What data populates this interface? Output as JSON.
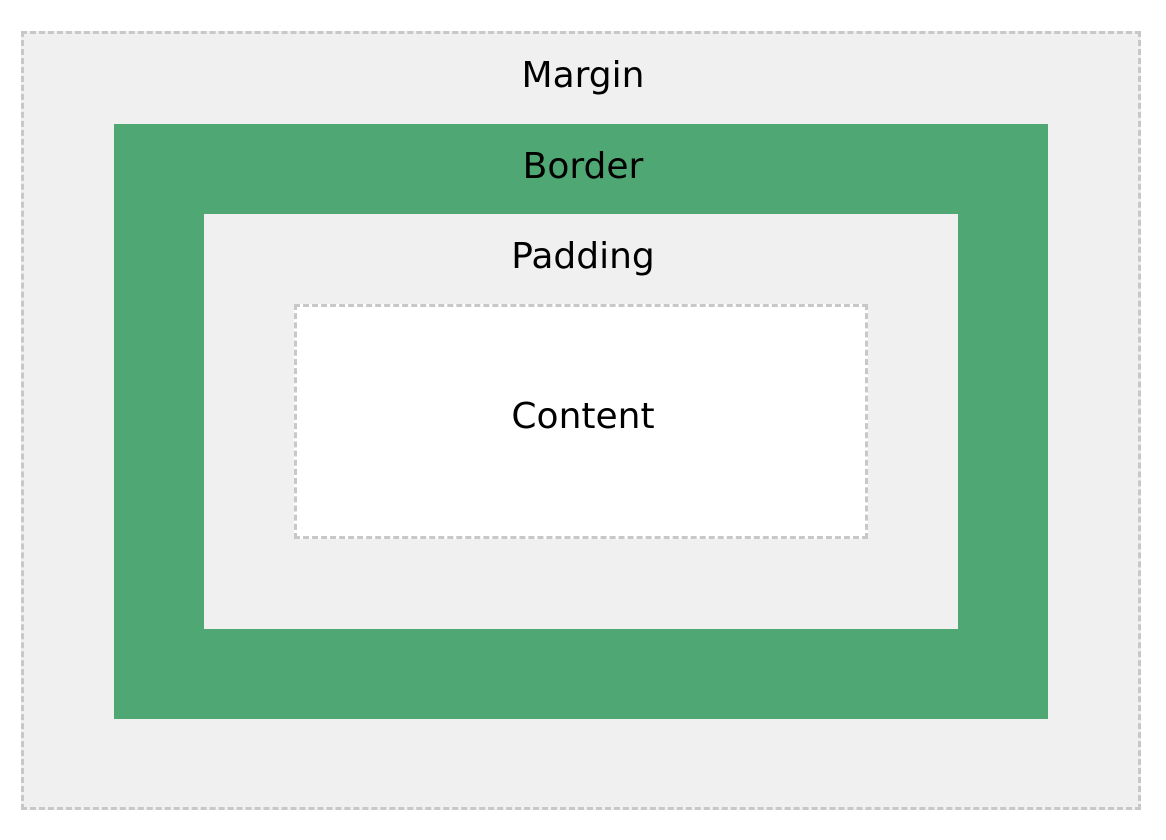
{
  "layers": {
    "margin": {
      "label": "Margin",
      "color": "#f0f0f0"
    },
    "border": {
      "label": "Border",
      "color": "#4fa873"
    },
    "padding": {
      "label": "Padding",
      "color": "#f0f0f0"
    },
    "content": {
      "label": "Content",
      "color": "#ffffff"
    }
  },
  "dashed_outline_color": "#c8c8c8"
}
